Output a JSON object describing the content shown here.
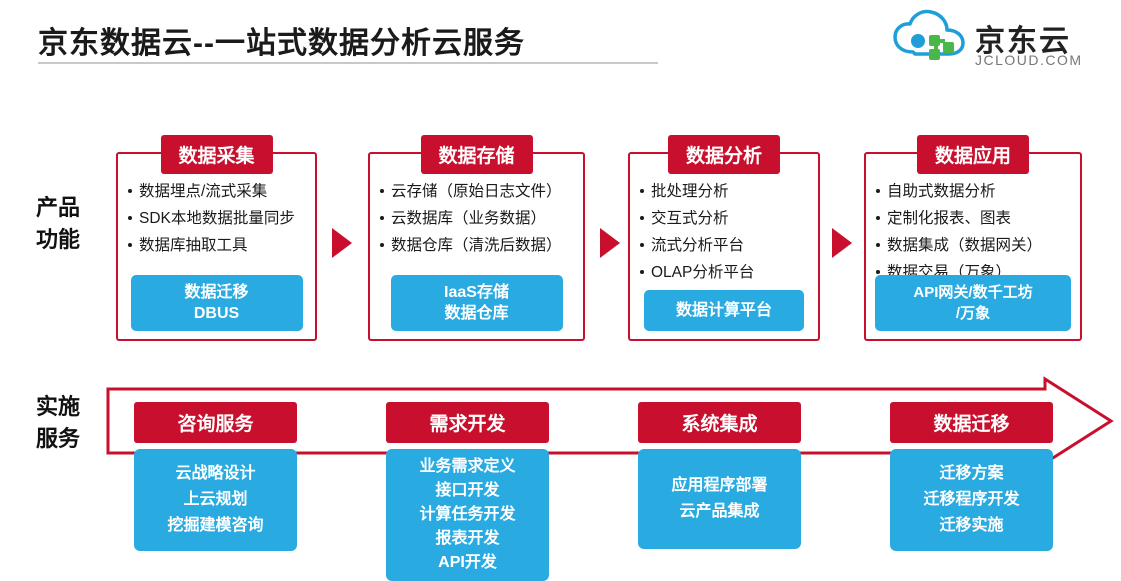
{
  "header": {
    "title": "京东数据云--一站式数据分析云服务",
    "logo_cn": "京东云",
    "logo_en": "JCLOUD.COM",
    "logo_icon": "cloud-icon"
  },
  "rows": {
    "product_label": "产品\n功能",
    "product_label_line1": "产品",
    "product_label_line2": "功能",
    "service_label_line1": "实施",
    "service_label_line2": "服务"
  },
  "colors": {
    "red": "#c8102e",
    "blue": "#29abe2",
    "text": "#1a1a1a"
  },
  "stages": [
    {
      "title": "数据采集",
      "bullets": [
        "数据埋点/流式采集",
        "SDK本地数据批量同步",
        "数据库抽取工具"
      ],
      "chip_line1": "数据迁移",
      "chip_line2": "DBUS"
    },
    {
      "title": "数据存储",
      "bullets": [
        "云存储（原始日志文件）",
        "云数据库（业务数据）",
        "数据仓库（清洗后数据）"
      ],
      "chip_line1": "IaaS存储",
      "chip_line2": "数据仓库"
    },
    {
      "title": "数据分析",
      "bullets": [
        "批处理分析",
        "交互式分析",
        "流式分析平台",
        "OLAP分析平台"
      ],
      "chip_line1": "数据计算平台",
      "chip_line2": ""
    },
    {
      "title": "数据应用",
      "bullets": [
        "自助式数据分析",
        "定制化报表、图表",
        "数据集成（数据网关）",
        "数据交易（万象）"
      ],
      "chip_line1": "API网关/数千工坊",
      "chip_line2": "/万象"
    }
  ],
  "services": [
    {
      "title": "咨询服务",
      "items": [
        "云战略设计",
        "上云规划",
        "挖掘建模咨询"
      ]
    },
    {
      "title": "需求开发",
      "items": [
        "业务需求定义",
        "接口开发",
        "计算任务开发",
        "报表开发",
        "API开发"
      ]
    },
    {
      "title": "系统集成",
      "items": [
        "应用程序部署",
        "云产品集成"
      ]
    },
    {
      "title": "数据迁移",
      "items": [
        "迁移方案",
        "迁移程序开发",
        "迁移实施"
      ]
    }
  ]
}
